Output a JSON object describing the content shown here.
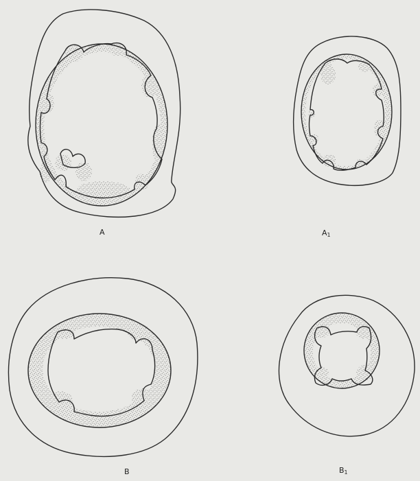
{
  "figure": {
    "background": "#e9e9e6",
    "ink_color": "#2a2a2a",
    "stipple_color": "#555555",
    "panels": [
      {
        "id": "A",
        "label": "A",
        "label_sub": ""
      },
      {
        "id": "A1",
        "label": "A",
        "label_sub": "1"
      },
      {
        "id": "B",
        "label": "B",
        "label_sub": ""
      },
      {
        "id": "B1",
        "label": "B",
        "label_sub": "1"
      }
    ]
  }
}
